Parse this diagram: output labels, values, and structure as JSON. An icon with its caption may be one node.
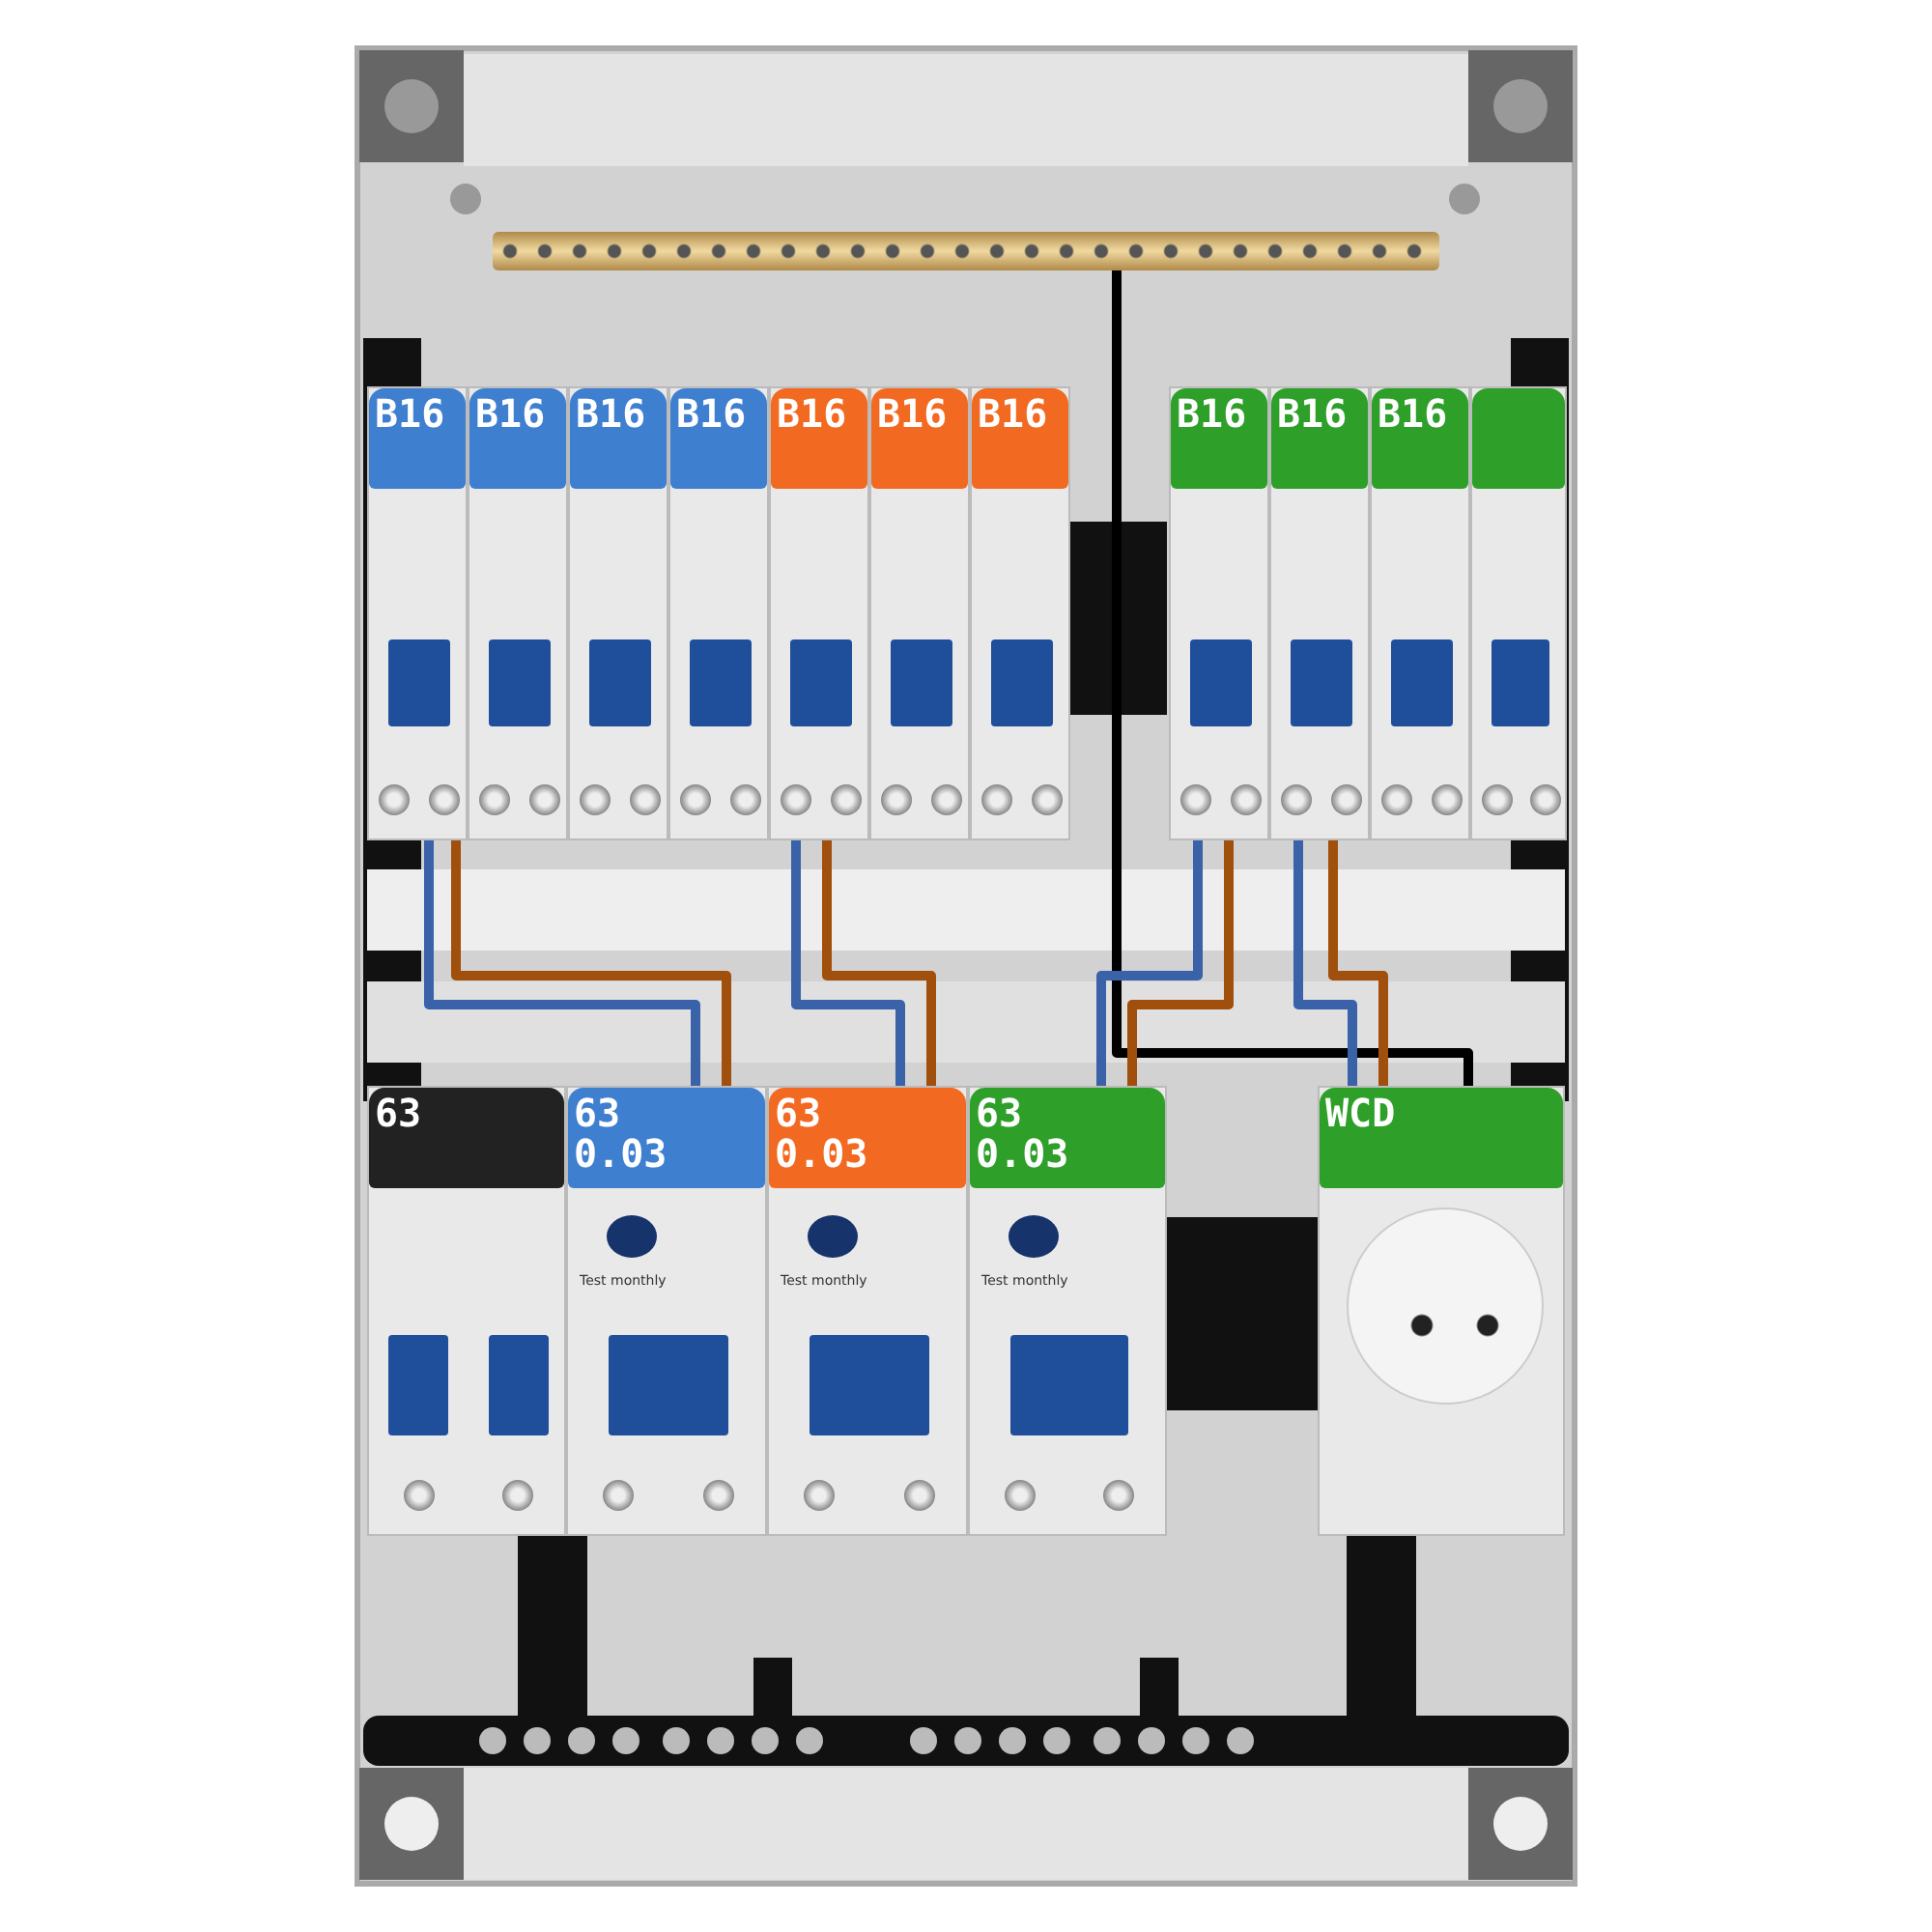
{
  "diagram": {
    "nodes": [
      {
        "text": [],
        "shape": "bar"
      },
      {
        "text": [
          "B16"
        ]
      },
      {
        "text": [
          "B16"
        ]
      },
      {
        "text": [
          "B16"
        ]
      },
      {
        "text": [
          "B16"
        ]
      },
      {
        "text": [
          "B16"
        ]
      },
      {
        "text": [
          "B16"
        ]
      },
      {
        "text": [
          "B16"
        ]
      },
      {
        "text": [
          "B16"
        ]
      },
      {
        "text": [
          "B16"
        ]
      },
      {
        "text": [
          "B16"
        ]
      },
      {
        "text": [],
        "shape": "box"
      },
      {
        "text": [
          "63"
        ]
      },
      {
        "text": [
          "63 0.03",
          "Test monthly"
        ]
      },
      {
        "text": [
          "63 0.03",
          "Test monthly"
        ]
      },
      {
        "text": [
          "63 0.03",
          "Test monthly"
        ]
      },
      {
        "text": [
          "WCD"
        ]
      }
    ],
    "edges": [
      {
        "from": 0,
        "to": 16,
        "arrow": "none",
        "color": "#000000"
      },
      {
        "from": 13,
        "to": 1,
        "arrow": "none",
        "color": "#3a62a8"
      },
      {
        "from": 13,
        "to": 1,
        "arrow": "none",
        "color": "#a04f0c"
      },
      {
        "from": 14,
        "to": 5,
        "arrow": "none",
        "color": "#3a62a8"
      },
      {
        "from": 14,
        "to": 5,
        "arrow": "none",
        "color": "#a04f0c"
      },
      {
        "from": 15,
        "to": 8,
        "arrow": "none",
        "color": "#3a62a8"
      },
      {
        "from": 15,
        "to": 8,
        "arrow": "none",
        "color": "#a04f0c"
      },
      {
        "from": 16,
        "to": 9,
        "arrow": "none",
        "color": "#3a62a8"
      },
      {
        "from": 16,
        "to": 9,
        "arrow": "none",
        "color": "#a04f0c"
      }
    ]
  }
}
